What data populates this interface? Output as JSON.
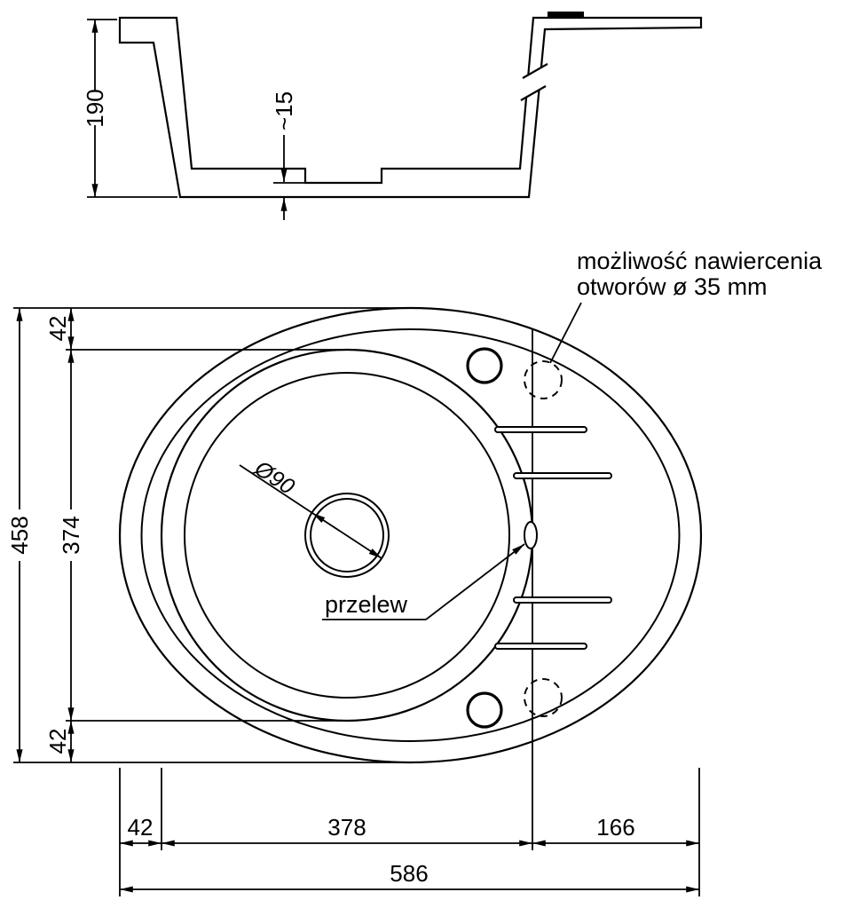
{
  "section_view": {
    "dim_height": "190",
    "dim_floor_thickness": "~15"
  },
  "plan_view": {
    "dim_total_height": "458",
    "dim_offset_top": "42",
    "dim_bowl_height": "374",
    "dim_offset_bottom": "42",
    "dim_offset_left": "42",
    "dim_bowl_width": "378",
    "dim_drainer_width": "166",
    "dim_total_width": "586",
    "dim_drain_diameter": "Ø90",
    "overflow_label": "przelew",
    "annotation": {
      "line1": "możliwość nawiercenia",
      "line2": "otworów ø 35 mm"
    }
  },
  "colors": {
    "line": "#000000",
    "background": "#ffffff"
  }
}
